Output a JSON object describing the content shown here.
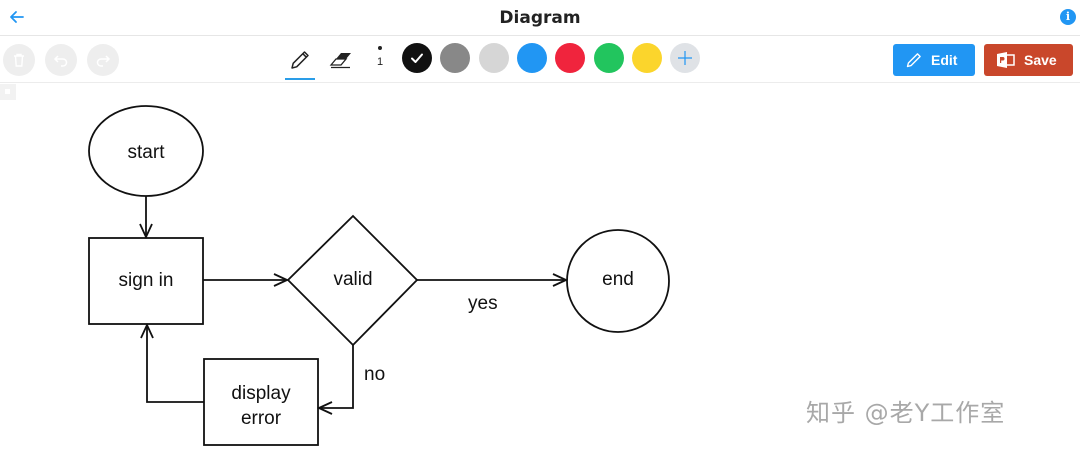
{
  "window": {
    "title": "Diagram"
  },
  "toolbar": {
    "pen_size": "1",
    "colors": [
      "#111111",
      "#888888",
      "#d6d6d6",
      "#2196f3",
      "#f0243d",
      "#22c55e",
      "#fbd52c"
    ],
    "selected_color": "#111111",
    "edit_label": "Edit",
    "save_label": "Save"
  },
  "colors": {
    "accent": "#2196f3",
    "save": "#c9472b"
  },
  "icons": {
    "back": "arrow-left-icon",
    "info": "info-icon",
    "delete": "trash-icon",
    "undo": "undo-icon",
    "redo": "redo-icon",
    "pen": "pencil-icon",
    "eraser": "eraser-icon",
    "add_color": "plus-icon",
    "save": "office-doc-icon"
  },
  "diagram": {
    "nodes": {
      "start": "start",
      "sign_in": "sign in",
      "valid": "valid",
      "end": "end",
      "display_error_line1": "display",
      "display_error_line2": "error"
    },
    "edges": {
      "yes": "yes",
      "no": "no"
    }
  },
  "watermark": {
    "text": "知乎 @老Y工作室"
  }
}
